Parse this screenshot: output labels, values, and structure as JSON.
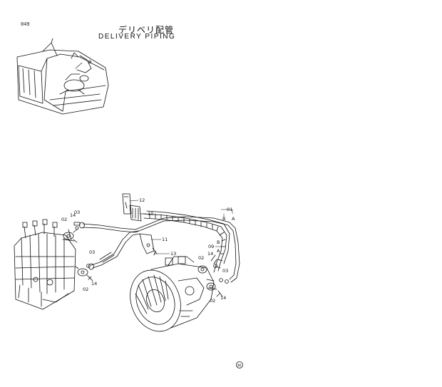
{
  "header": {
    "page_number": "049",
    "title_jp": "デリベリ配管",
    "title_en": "DELIVERY  PIPING"
  },
  "inset": {
    "marker": "B"
  },
  "callouts": {
    "c01": "01",
    "c02a": "02",
    "c02b": "02",
    "c02c": "02",
    "c02d": "02",
    "c03a": "03",
    "c03b": "03",
    "c03c": "03",
    "c09": "09",
    "c10": "10",
    "c11": "11",
    "c12": "12",
    "c13": "13",
    "c14a": "14",
    "c14b": "14",
    "c14c": "14",
    "c14d": "14",
    "port_a1": "A",
    "port_b1": "B",
    "port_a2": "A",
    "port_b2": "B"
  },
  "footer": {
    "mark": "M"
  }
}
